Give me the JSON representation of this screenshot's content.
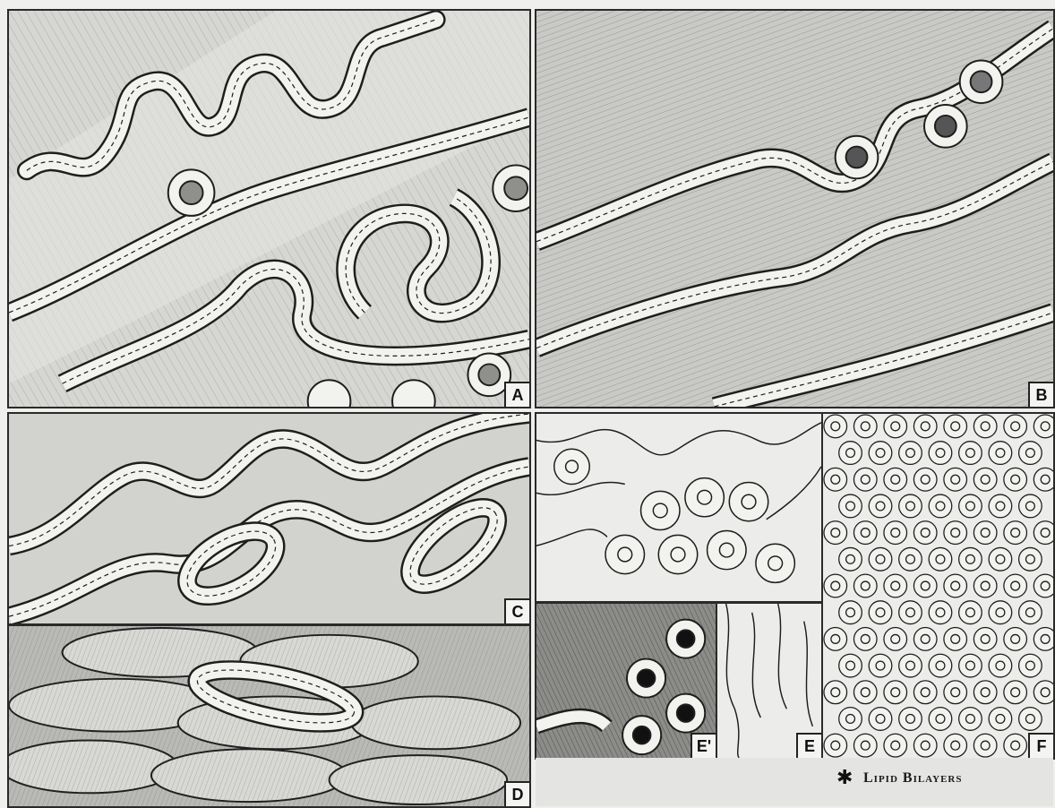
{
  "panels": [
    {
      "id": "A",
      "label": "A"
    },
    {
      "id": "B",
      "label": "B"
    },
    {
      "id": "C",
      "label": "C"
    },
    {
      "id": "D",
      "label": "D"
    },
    {
      "id": "E-prime",
      "label": "E'"
    },
    {
      "id": "E",
      "label": "E"
    },
    {
      "id": "F",
      "label": "F"
    }
  ],
  "legend": {
    "symbol": "✱",
    "text": "Lipid Bilayers"
  },
  "colors": {
    "ink": "#1e1e1e",
    "membrane": "#f2f2ef",
    "tissue": "#cfcfcc",
    "shadow": "#8f8f8c"
  }
}
